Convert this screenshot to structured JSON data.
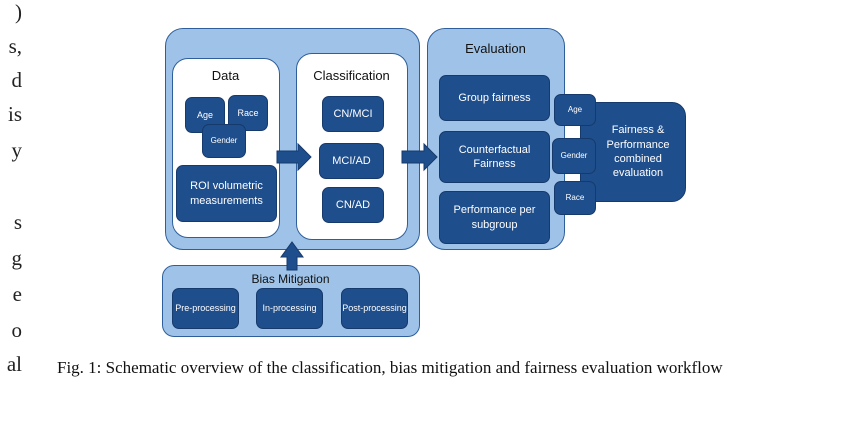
{
  "left_text": [
    ")",
    "s,",
    "d",
    "is",
    "y",
    "s",
    "g",
    "e",
    "o",
    "al"
  ],
  "diagram": {
    "data_panel": {
      "title": "Data",
      "age": "Age",
      "race": "Race",
      "gender": "Gender",
      "roi": "ROI volumetric measurements"
    },
    "classification_panel": {
      "title": "Classification",
      "items": [
        "CN/MCI",
        "MCI/AD",
        "CN/AD"
      ]
    },
    "evaluation_panel": {
      "title": "Evaluation",
      "group_fairness": "Group fairness",
      "counterfactual": "Counterfactual Fairness",
      "performance": "Performance per subgroup"
    },
    "side_tags": {
      "age": "Age",
      "gender": "Gender",
      "race": "Race"
    },
    "combined": "Fairness & Performance combined evaluation",
    "bias_panel": {
      "title": "Bias Mitigation",
      "items": [
        "Pre-processing",
        "In-processing",
        "Post-processing"
      ]
    }
  },
  "caption": "Fig. 1: Schematic overview of the classification, bias mitigation and fairness evaluation workflow"
}
